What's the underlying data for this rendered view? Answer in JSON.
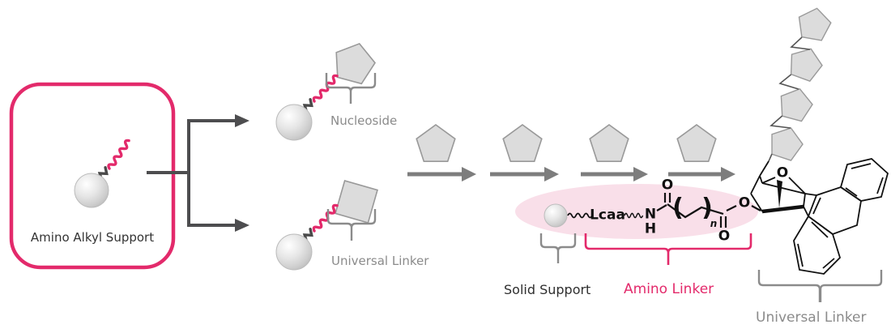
{
  "start": {
    "label": "Amino Alkyl Support"
  },
  "branches": {
    "nucleoside": "Nucleoside",
    "universal_linker": "Universal Linker"
  },
  "synthesis_cycle": {
    "arrow_count": 4,
    "monomer_shape": "pentagon"
  },
  "product": {
    "solid_support": "Solid Support",
    "amino_linker": "Amino Linker",
    "universal_linker": "Universal Linker",
    "atoms": {
      "lcaa": "Lcaa",
      "nitrogen": "N",
      "hydrogen": "H",
      "oxygen_amide": "O",
      "oxygen_carbonyl": "O",
      "oxygen_ester": "O",
      "oxygen_bridge": "O",
      "paren_open": "(",
      "paren_close": ")",
      "repeat_index": "n"
    }
  },
  "colors": {
    "accent_crimson": "#e32a6b",
    "highlight_pink": "#f9dfe9",
    "arrow_dark": "#4d4d4f",
    "arrow_gray": "#7d7d7d",
    "shape_fill": "#dcdcdc",
    "shape_stroke": "#999999",
    "label_gray": "#8b8b8b",
    "text_dark": "#2f2f2f"
  }
}
